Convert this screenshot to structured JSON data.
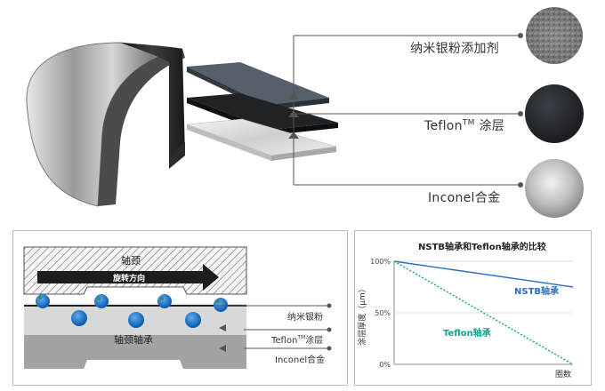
{
  "top": {
    "labels": {
      "nano_silver": "纳米银粉添加剂",
      "teflon_main": "Teflon",
      "teflon_tm": "TM",
      "teflon_tail": " 涂层",
      "inconel": "Inconel合金"
    }
  },
  "bearing": {
    "journal": "轴颈",
    "rotation": "旋转方向",
    "bearing_label": "轴颈轴承",
    "legend_nano": "纳米银粉",
    "legend_teflon_main": "Teflon",
    "legend_teflon_tm": "TM",
    "legend_teflon_tail": "涂层",
    "legend_inconel": "Inconel合金"
  },
  "chart_data": {
    "type": "line",
    "title": "NSTB轴承和Teflon轴承的比较",
    "ylabel": "涂层厚度（μm）",
    "xlabel": "圈数",
    "yticks": [
      "100%",
      "50%",
      "0%"
    ],
    "ylim": [
      0,
      100
    ],
    "x": [
      0,
      1
    ],
    "series": [
      {
        "name": "NSTB轴承",
        "values": [
          100,
          75
        ],
        "color": "#2a6fc0",
        "style": "solid"
      },
      {
        "name": "Teflon轴承",
        "values": [
          100,
          0
        ],
        "color": "#1aa08e",
        "style": "dotted"
      }
    ]
  }
}
